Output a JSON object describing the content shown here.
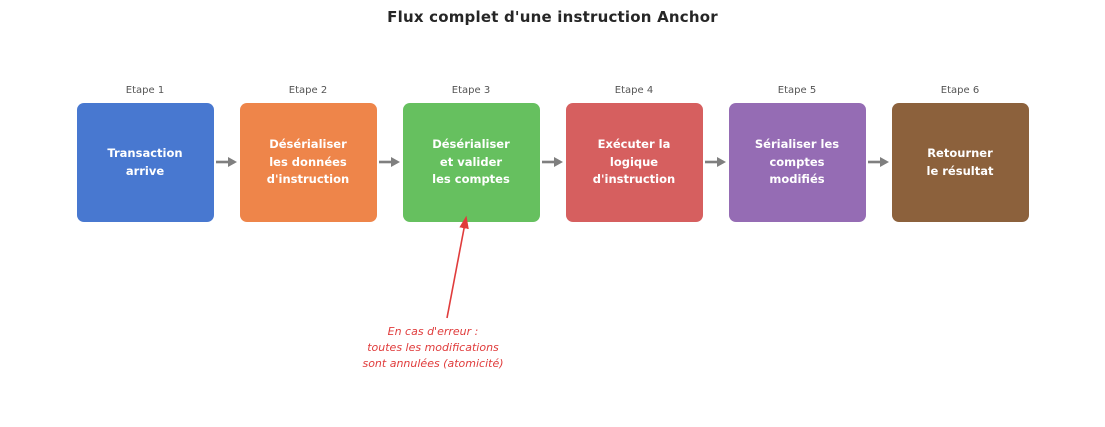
{
  "title": "Flux complet d'une instruction Anchor",
  "steps": [
    {
      "etape": "Etape 1",
      "label": "Transaction\narrive",
      "color": "#4878d0"
    },
    {
      "etape": "Etape 2",
      "label": "Désérialiser\nles données\nd'instruction",
      "color": "#ee854a"
    },
    {
      "etape": "Etape 3",
      "label": "Désérialiser\net valider\nles comptes",
      "color": "#66c05f"
    },
    {
      "etape": "Etape 4",
      "label": "Exécuter la\nlogique\nd'instruction",
      "color": "#d65f5f"
    },
    {
      "etape": "Etape 5",
      "label": "Sérialiser les\ncomptes\nmodifiés",
      "color": "#956cb4"
    },
    {
      "etape": "Etape 6",
      "label": "Retourner\nle résultat",
      "color": "#8c613c"
    }
  ],
  "arrow_color": "#7f7f7f",
  "annotation": {
    "text": "En cas d'erreur :\ntoutes les modifications\nsont annulées (atomicité)",
    "color": "#e03c3c"
  }
}
